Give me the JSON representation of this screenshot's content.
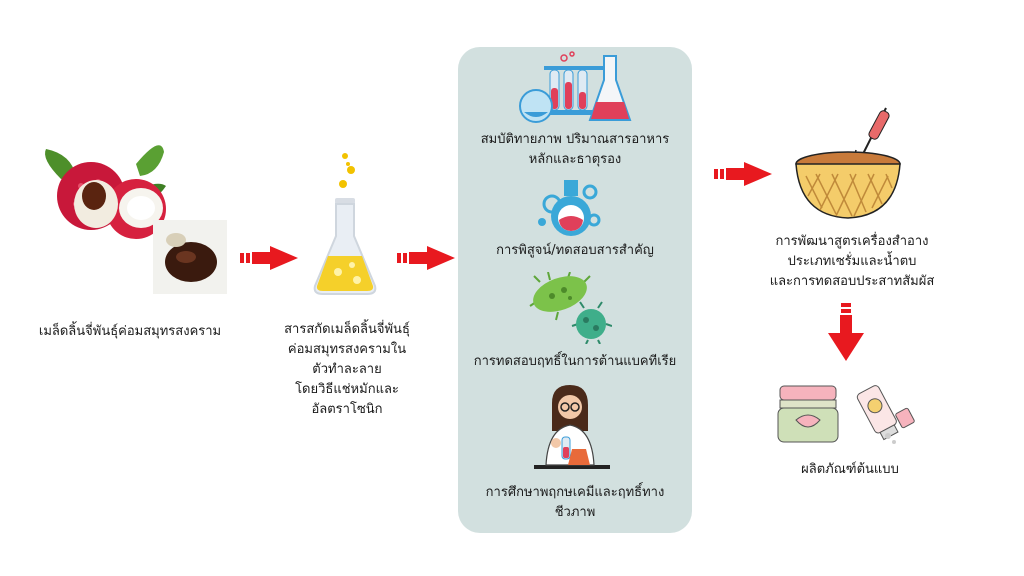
{
  "stage1": {
    "label": "เมล็ดลิ้นจี่พันธุ์ค่อมสมุทรสงคราม",
    "icon": "lychee-seed-icon"
  },
  "stage2": {
    "lines": [
      "สารสกัดเมล็ดลิ้นจี่พันธุ์",
      "ค่อมสมุทรสงครามใน",
      "ตัวทำละลาย",
      "โดยวิธีแช่หมักและ",
      "อัลตราโซนิก"
    ],
    "icon": "flask-icon"
  },
  "analysis": {
    "steps": [
      {
        "lines": [
          "สมบัติทายภาพ  ปริมาณสารอาหาร",
          "หลักและธาตุรอง"
        ],
        "icon": "lab-glassware-icon"
      },
      {
        "lines": [
          "การพิสูจน์/ทดสอบสารสำคัญ"
        ],
        "icon": "chemistry-flask-icon"
      },
      {
        "lines": [
          "การทดสอบฤทธิ์ในการต้านแบคทีเรีย"
        ],
        "icon": "bacteria-icon"
      },
      {
        "lines": [
          "การศึกษาพฤกษเคมีและฤทธิ์ทาง",
          "ชีวภาพ"
        ],
        "icon": "scientist-icon"
      }
    ]
  },
  "stage4": {
    "lines": [
      "การพัฒนาสูตรเครื่องสำอาง",
      "ประเภทเซรั่มและน้ำตบ",
      "และการทดสอบประสาทสัมผัส"
    ],
    "icon": "mixing-bowl-icon"
  },
  "stage5": {
    "label": "ผลิตภัณฑ์ต้นแบบ",
    "icon": "cosmetic-products-icon"
  },
  "colors": {
    "arrow": "#e8191f",
    "panel": "#d2e0df"
  }
}
